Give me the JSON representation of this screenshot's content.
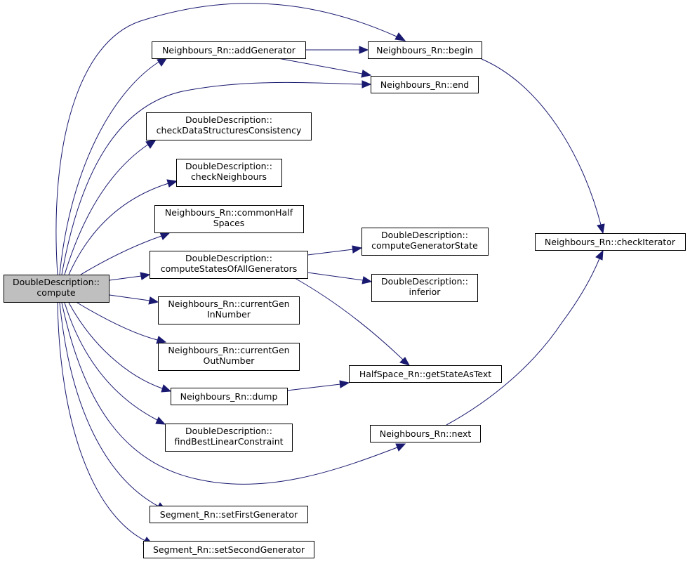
{
  "diagram": {
    "type": "call-graph",
    "colors": {
      "edge": "#191970",
      "node_fill": "#ffffff",
      "root_fill": "#bfbfbf",
      "border": "#000000"
    },
    "nodes": {
      "compute": {
        "lines": [
          "DoubleDescription::",
          "compute"
        ],
        "root": true
      },
      "addGenerator": {
        "lines": [
          "Neighbours_Rn::addGenerator"
        ]
      },
      "begin": {
        "lines": [
          "Neighbours_Rn::begin"
        ]
      },
      "end": {
        "lines": [
          "Neighbours_Rn::end"
        ]
      },
      "checkDataStructuresConsistency": {
        "lines": [
          "DoubleDescription::",
          "checkDataStructuresConsistency"
        ]
      },
      "checkNeighbours": {
        "lines": [
          "DoubleDescription::",
          "checkNeighbours"
        ]
      },
      "commonHalfSpaces": {
        "lines": [
          "Neighbours_Rn::commonHalf",
          "Spaces"
        ]
      },
      "computeStatesOfAllGenerators": {
        "lines": [
          "DoubleDescription::",
          "computeStatesOfAllGenerators"
        ]
      },
      "computeGeneratorState": {
        "lines": [
          "DoubleDescription::",
          "computeGeneratorState"
        ]
      },
      "inferior": {
        "lines": [
          "DoubleDescription::",
          "inferior"
        ]
      },
      "checkIterator": {
        "lines": [
          "Neighbours_Rn::checkIterator"
        ]
      },
      "currentGenInNumber": {
        "lines": [
          "Neighbours_Rn::currentGen",
          "InNumber"
        ]
      },
      "currentGenOutNumber": {
        "lines": [
          "Neighbours_Rn::currentGen",
          "OutNumber"
        ]
      },
      "getStateAsText": {
        "lines": [
          "HalfSpace_Rn::getStateAsText"
        ]
      },
      "dump": {
        "lines": [
          "Neighbours_Rn::dump"
        ]
      },
      "findBestLinearConstraint": {
        "lines": [
          "DoubleDescription::",
          "findBestLinearConstraint"
        ]
      },
      "next": {
        "lines": [
          "Neighbours_Rn::next"
        ]
      },
      "setFirstGenerator": {
        "lines": [
          "Segment_Rn::setFirstGenerator"
        ]
      },
      "setSecondGenerator": {
        "lines": [
          "Segment_Rn::setSecondGenerator"
        ]
      }
    },
    "edges": [
      {
        "from": "compute",
        "to": "begin"
      },
      {
        "from": "compute",
        "to": "addGenerator"
      },
      {
        "from": "compute",
        "to": "end"
      },
      {
        "from": "compute",
        "to": "checkDataStructuresConsistency"
      },
      {
        "from": "compute",
        "to": "checkNeighbours"
      },
      {
        "from": "compute",
        "to": "commonHalfSpaces"
      },
      {
        "from": "compute",
        "to": "computeStatesOfAllGenerators"
      },
      {
        "from": "compute",
        "to": "currentGenInNumber"
      },
      {
        "from": "compute",
        "to": "currentGenOutNumber"
      },
      {
        "from": "compute",
        "to": "dump"
      },
      {
        "from": "compute",
        "to": "findBestLinearConstraint"
      },
      {
        "from": "compute",
        "to": "next"
      },
      {
        "from": "compute",
        "to": "setFirstGenerator"
      },
      {
        "from": "compute",
        "to": "setSecondGenerator"
      },
      {
        "from": "addGenerator",
        "to": "begin"
      },
      {
        "from": "addGenerator",
        "to": "end"
      },
      {
        "from": "begin",
        "to": "checkIterator"
      },
      {
        "from": "computeStatesOfAllGenerators",
        "to": "computeGeneratorState"
      },
      {
        "from": "computeStatesOfAllGenerators",
        "to": "inferior"
      },
      {
        "from": "computeStatesOfAllGenerators",
        "to": "getStateAsText"
      },
      {
        "from": "dump",
        "to": "getStateAsText"
      },
      {
        "from": "next",
        "to": "checkIterator"
      }
    ]
  }
}
